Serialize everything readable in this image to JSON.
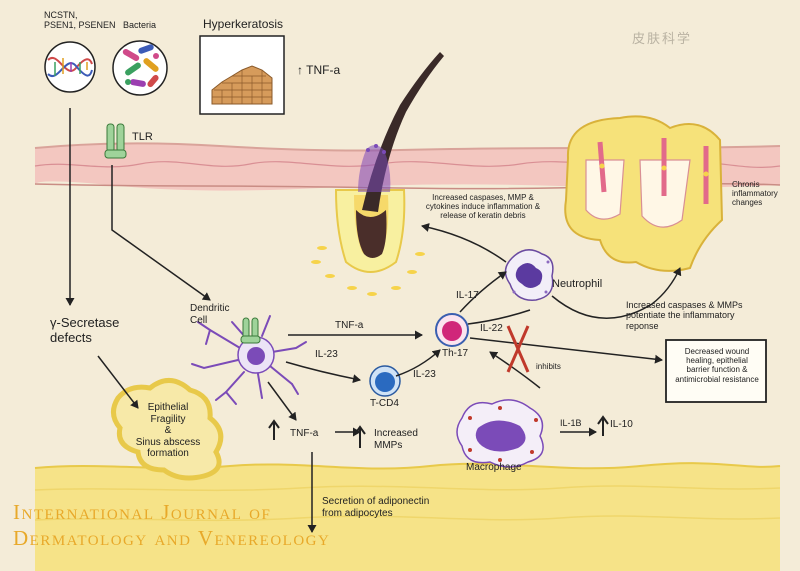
{
  "labels": {
    "genes": "NCSTN,\nPSEN1, PSENEN",
    "bacteria": "Bacteria",
    "hyperkeratosis": "Hyperkeratosis",
    "tnf_up_top": "↑ TNF-a",
    "tlr": "TLR",
    "secretase": "γ-Secretase\ndefects",
    "dendritic": "Dendritic\nCell",
    "epithelial": "Epithelial\nFragility\n&\nSinus abscess\nformation",
    "tnf_dc": "TNF-a",
    "il23_dc": "IL-23",
    "tcd4": "T-CD4",
    "il23_tcd4": "IL-23",
    "th17": "Th-17",
    "il17": "IL-17",
    "il22": "IL-22",
    "neutrophil": "Neutrophil",
    "caspases_hair": "Increased caspases, MMP &\ncytokines induce inflammation &\nrelease of keratin debris",
    "chronic": "Chronis\ninflammatory\nchanges",
    "caspases_mmp": "Increased caspases & MMPs\npotentiate the inflammatory\nreponse",
    "inhibits": "inhibits",
    "wound_box": "Decreased wound\nhealing, epithelial\nbarrier function &\nantimicrobial resistance",
    "tnf_up_bottom": "TNF-a",
    "increased_mmps": "Increased\nMMPs",
    "macrophage": "Macrophage",
    "il1b": "IL-1B",
    "il10": "IL-10",
    "adiponectin": "Secretion of adiponectin\nfrom adipocytes"
  },
  "watermark": {
    "line1": "International Journal of",
    "line2": "Dermatology and Venereology",
    "seal": "皮肤科学"
  },
  "colors": {
    "skin": "#f3c7c0",
    "fat": "#f2dc5c",
    "purple": "#7b4bb8",
    "blue": "#3b82c4",
    "magenta": "#d0267a",
    "red": "#c0392b",
    "journal": "#e8a92a"
  }
}
